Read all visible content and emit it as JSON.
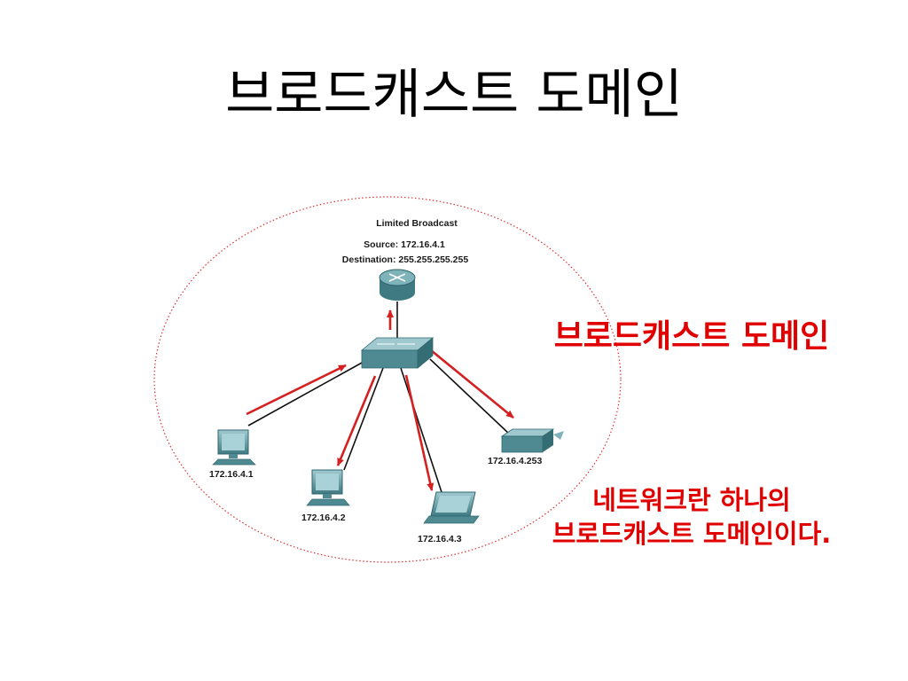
{
  "slide": {
    "title": "브로드캐스트 도메인",
    "callout_domain": "브로드캐스트 도메인",
    "callout_line1": "네트워크란 하나의",
    "callout_line2": "브로드캐스트 도메인이다."
  },
  "diagram": {
    "heading": "Limited Broadcast",
    "source": "Source: 172.16.4.1",
    "destination": "Destination: 255.255.255.255",
    "hosts": [
      "172.16.4.1",
      "172.16.4.2",
      "172.16.4.3",
      "172.16.4.253"
    ],
    "colors": {
      "arrow": "#d42020",
      "device": "#4f8a93",
      "ellipse": "#e03030"
    }
  }
}
